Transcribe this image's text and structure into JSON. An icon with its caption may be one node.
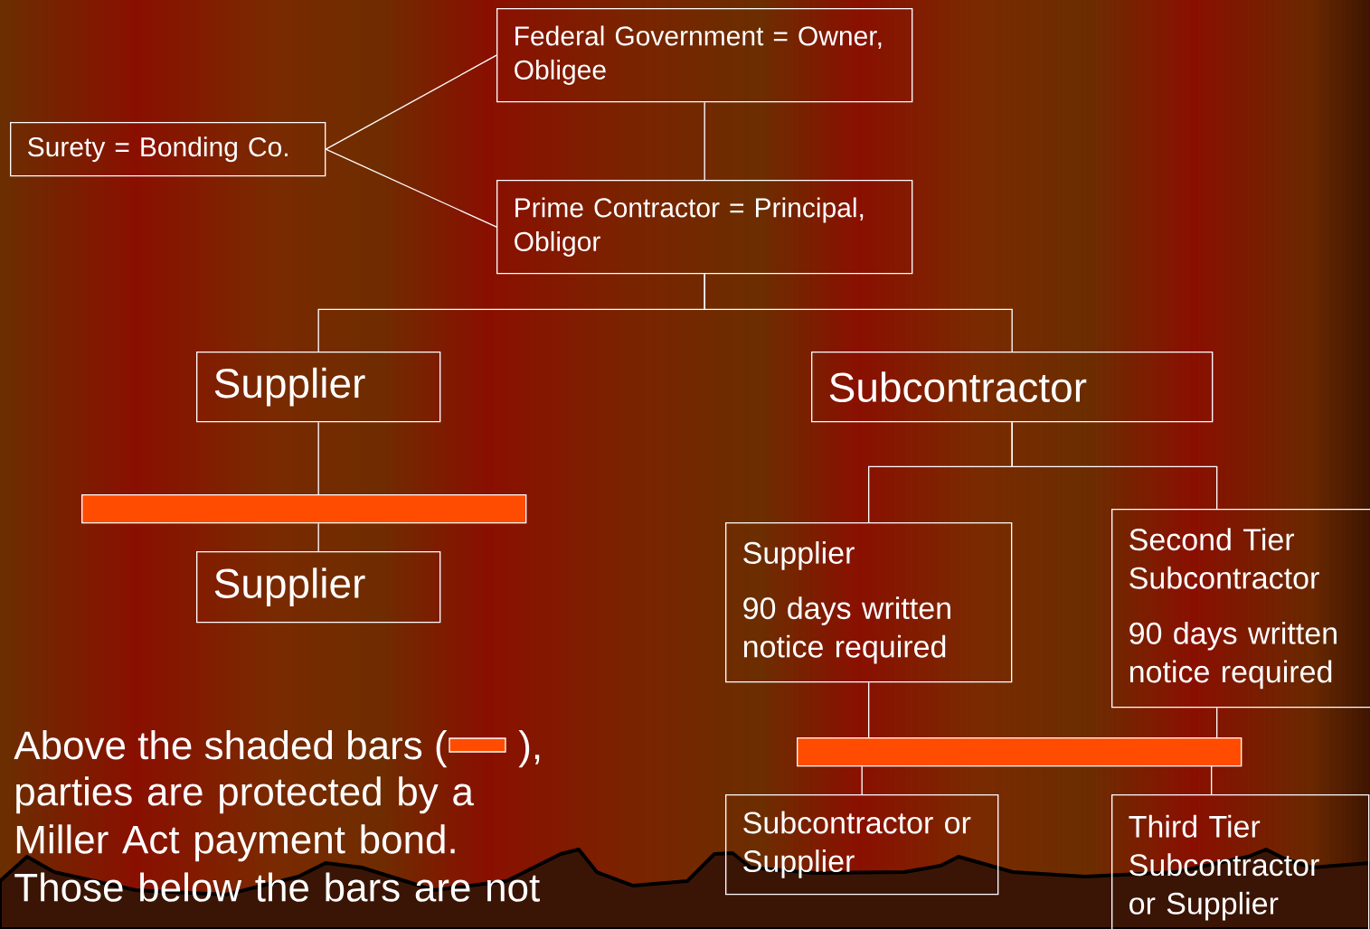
{
  "diagram": {
    "nodes": [
      {
        "text": [
          "Federal Government = Owner, Obligee"
        ]
      },
      {
        "text": [
          "Surety = Bonding Co."
        ]
      },
      {
        "text": [
          "Prime Contractor = Principal, Obligor"
        ]
      },
      {
        "text": [
          "Supplier"
        ]
      },
      {
        "text": [],
        "shape": "bar"
      },
      {
        "text": [
          "Supplier"
        ]
      },
      {
        "text": [
          "Subcontractor"
        ]
      },
      {
        "text": [
          "Supplier",
          "90 days written notice required"
        ]
      },
      {
        "text": [
          "Second Tier Subcontractor",
          "90 days written notice required"
        ]
      },
      {
        "text": [],
        "shape": "bar"
      },
      {
        "text": [
          "Subcontractor or Supplier"
        ]
      },
      {
        "text": [
          "Third Tier Subcontractor or Supplier"
        ]
      }
    ],
    "edges": [
      {
        "from": 1,
        "to": 0,
        "arrow": "none"
      },
      {
        "from": 1,
        "to": 2,
        "arrow": "none"
      },
      {
        "from": 0,
        "to": 2,
        "arrow": "none"
      },
      {
        "from": 2,
        "to": 3,
        "arrow": "none"
      },
      {
        "from": 2,
        "to": 6,
        "arrow": "none"
      },
      {
        "from": 3,
        "to": 4,
        "arrow": "none"
      },
      {
        "from": 4,
        "to": 5,
        "arrow": "none"
      },
      {
        "from": 6,
        "to": 7,
        "arrow": "none"
      },
      {
        "from": 6,
        "to": 8,
        "arrow": "none"
      },
      {
        "from": 7,
        "to": 9,
        "arrow": "none"
      },
      {
        "from": 8,
        "to": 9,
        "arrow": "none"
      },
      {
        "from": 9,
        "to": 10,
        "arrow": "none"
      },
      {
        "from": 9,
        "to": 11,
        "arrow": "none"
      }
    ],
    "labels": [
      "Above the shaded bars (",
      "),",
      "parties are protected by a Miller Act payment bond. Those below the bars are not"
    ]
  }
}
